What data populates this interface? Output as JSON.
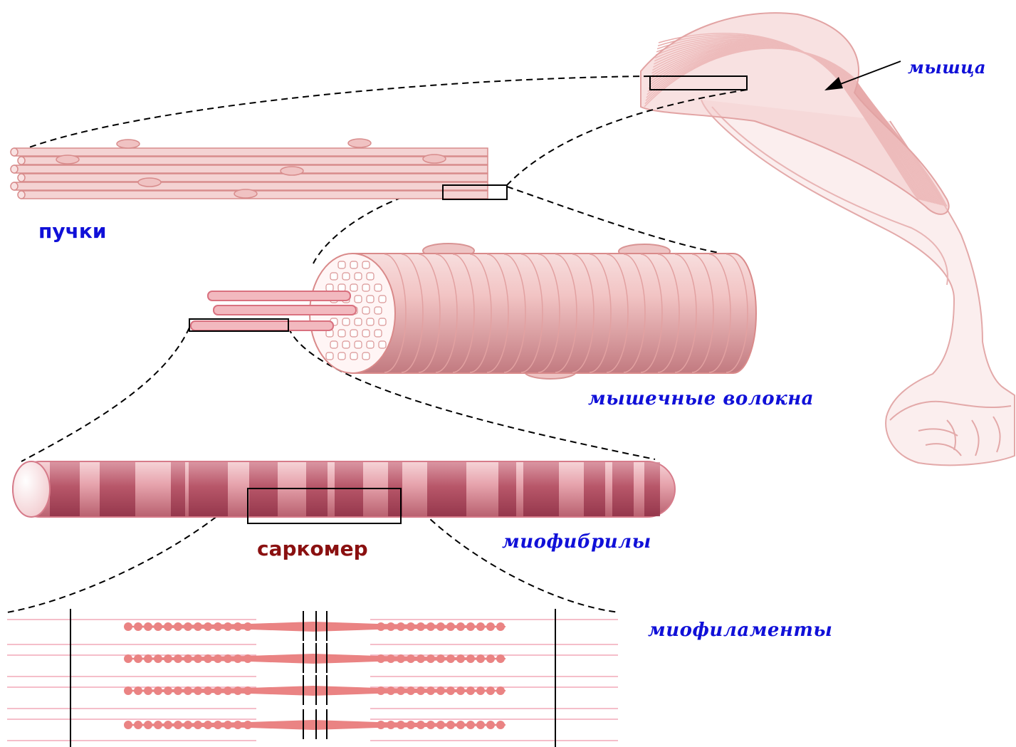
{
  "labels": {
    "muscle": "мышца",
    "bundles": "пучки",
    "muscle_fibers": "мышечные волокна",
    "sarcomere": "саркомер",
    "myofibrils": "миофибрилы",
    "myofilaments": "миофиламенты"
  },
  "colors": {
    "label_blue": "#1010d8",
    "label_sarcomere": "#8a1010",
    "tissue_light": "#f4cdcd",
    "tissue_mid": "#e9a7a7",
    "tissue_dark": "#a83e4f",
    "outline": "#d98080",
    "filament": "#ea8383",
    "thin_line": "#f2a8b8"
  }
}
